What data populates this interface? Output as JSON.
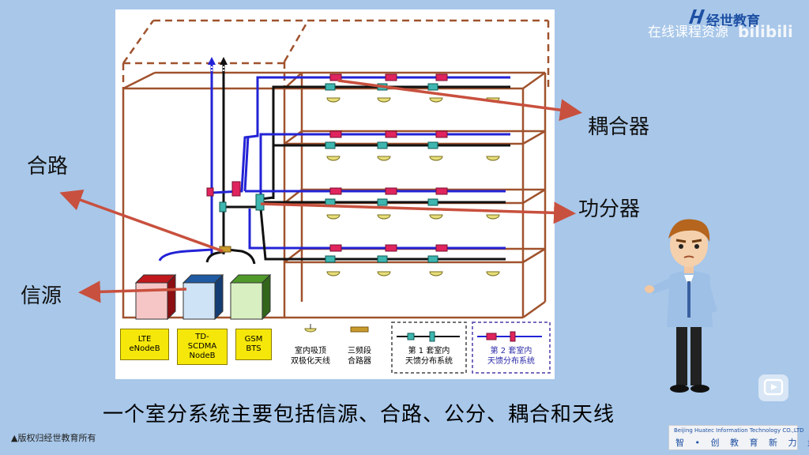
{
  "watermark": {
    "text": "在线课程资源",
    "site": "bilibili"
  },
  "brand": {
    "name": "经世教育",
    "footer_en": "Beijing Huatec Information Technology CO.,LTD",
    "footer_cn": "智 • 创 教 育 新 力 量"
  },
  "annotations": {
    "coupler": "耦合器",
    "combiner": "合路",
    "splitter": "功分器",
    "source": "信源"
  },
  "legend": {
    "lte": [
      "LTE",
      "eNodeB"
    ],
    "td": [
      "TD-",
      "SCDMA",
      "NodeB"
    ],
    "gsm": [
      "GSM",
      "BTS"
    ],
    "antenna": [
      "室内吸顶",
      "双极化天线"
    ],
    "triband": [
      "三频段",
      "合路器"
    ],
    "system1": [
      "第 1 套室内",
      "天馈分布系统"
    ],
    "system2": [
      "第 2 套室内",
      "天馈分布系统"
    ]
  },
  "caption": "一个室分系统主要包括信源、合路、公分、耦合和天线",
  "copyright": "▲版权归经世教育所有",
  "colors": {
    "arrow": "#c8503e",
    "frame": "#a0522d",
    "blue": "#2323d6",
    "black": "#111111"
  }
}
